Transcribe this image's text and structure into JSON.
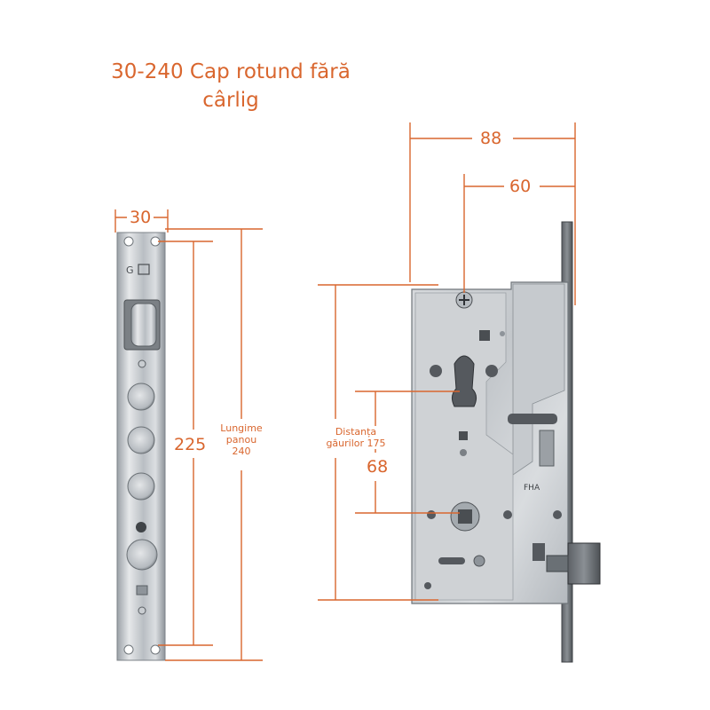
{
  "title": {
    "line1": "30-240 Cap rotund fără",
    "line2": "cârlig"
  },
  "dimensions": {
    "faceplate_width": "30",
    "hole_spacing": "225",
    "panel_length_line1": "Lungime",
    "panel_length_line2": "panou",
    "panel_length_line3": "240",
    "body_width": "88",
    "backset": "60",
    "holes_distance_line1": "Distanța",
    "holes_distance_line2": "găurilor 175",
    "center_distance": "68"
  },
  "colors": {
    "dimension": "#d9662e",
    "metal_light": "#dcdfe2",
    "metal_dark": "#8e949a",
    "background": "#ffffff"
  }
}
